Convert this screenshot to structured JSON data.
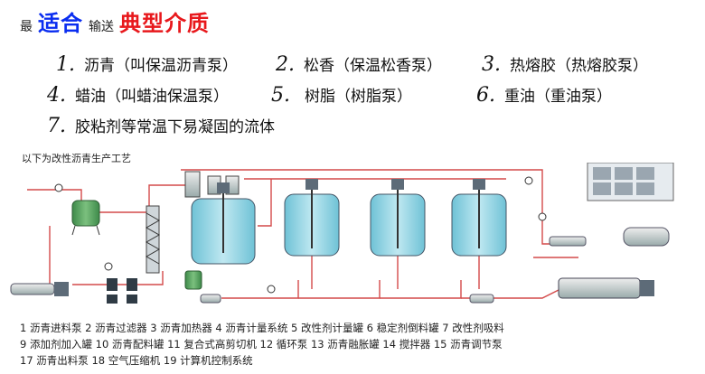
{
  "header": {
    "w1": "最",
    "w2": "适合",
    "w3": "输送",
    "w4": "典型介质"
  },
  "media": [
    {
      "num": "1.",
      "text": "沥青（叫保温沥青泵）"
    },
    {
      "num": "2.",
      "text": "松香（保温松香泵）"
    },
    {
      "num": "3.",
      "text": "热熔胶（热熔胶泵）"
    },
    {
      "num": "4.",
      "text": "蜡油（叫蜡油保温泵）"
    },
    {
      "num": "5.",
      "text": "树脂（树脂泵）"
    },
    {
      "num": "6.",
      "text": "重油（重油泵）"
    },
    {
      "num": "7.",
      "text": "胶粘剂等常温下易凝固的流体"
    }
  ],
  "subtitle": "以下为改性沥青生产工艺",
  "legend": [
    "1  沥青进料泵  2  沥青过滤器  3  沥青加热器  4  沥青计量系统  5  改性剂计量罐  6  稳定剂倒料罐  7  改性剂吸料",
    "9  添加剂加入罐    10  沥青配料罐   11  复合式高剪切机    12  循环泵  13  沥青融胀罐  14  搅拌器  15  沥青调节泵",
    "17  沥青出料泵    18  空气压缩机   19  计算机控制系统"
  ],
  "colors": {
    "blue": "#0a2df0",
    "red": "#e8181c",
    "pipe": "#d44a4a",
    "tank": "#8fd2e0"
  }
}
